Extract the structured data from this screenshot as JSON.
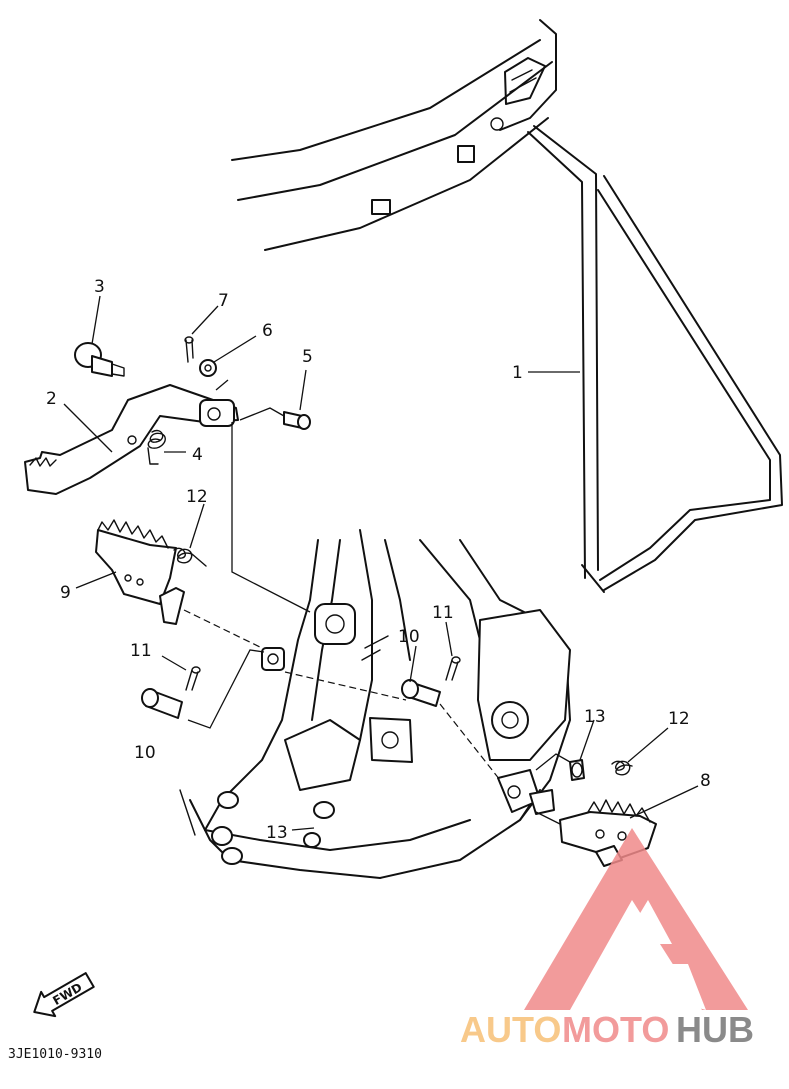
{
  "callouts": [
    "1",
    "2",
    "3",
    "4",
    "5",
    "6",
    "7",
    "8",
    "9",
    "10",
    "10",
    "11",
    "11",
    "12",
    "12",
    "13",
    "13"
  ],
  "diagram_code": "3JE1010-9310",
  "fwd_label": "FWD",
  "watermark": {
    "text_auto": "AUTO",
    "text_moto": "MOTO",
    "text_hub": "HUB",
    "colors": {
      "auto": "#f8c98a",
      "moto": "#f29b9b",
      "hub": "#8a8a8a",
      "logo": "#f08a8a"
    }
  }
}
